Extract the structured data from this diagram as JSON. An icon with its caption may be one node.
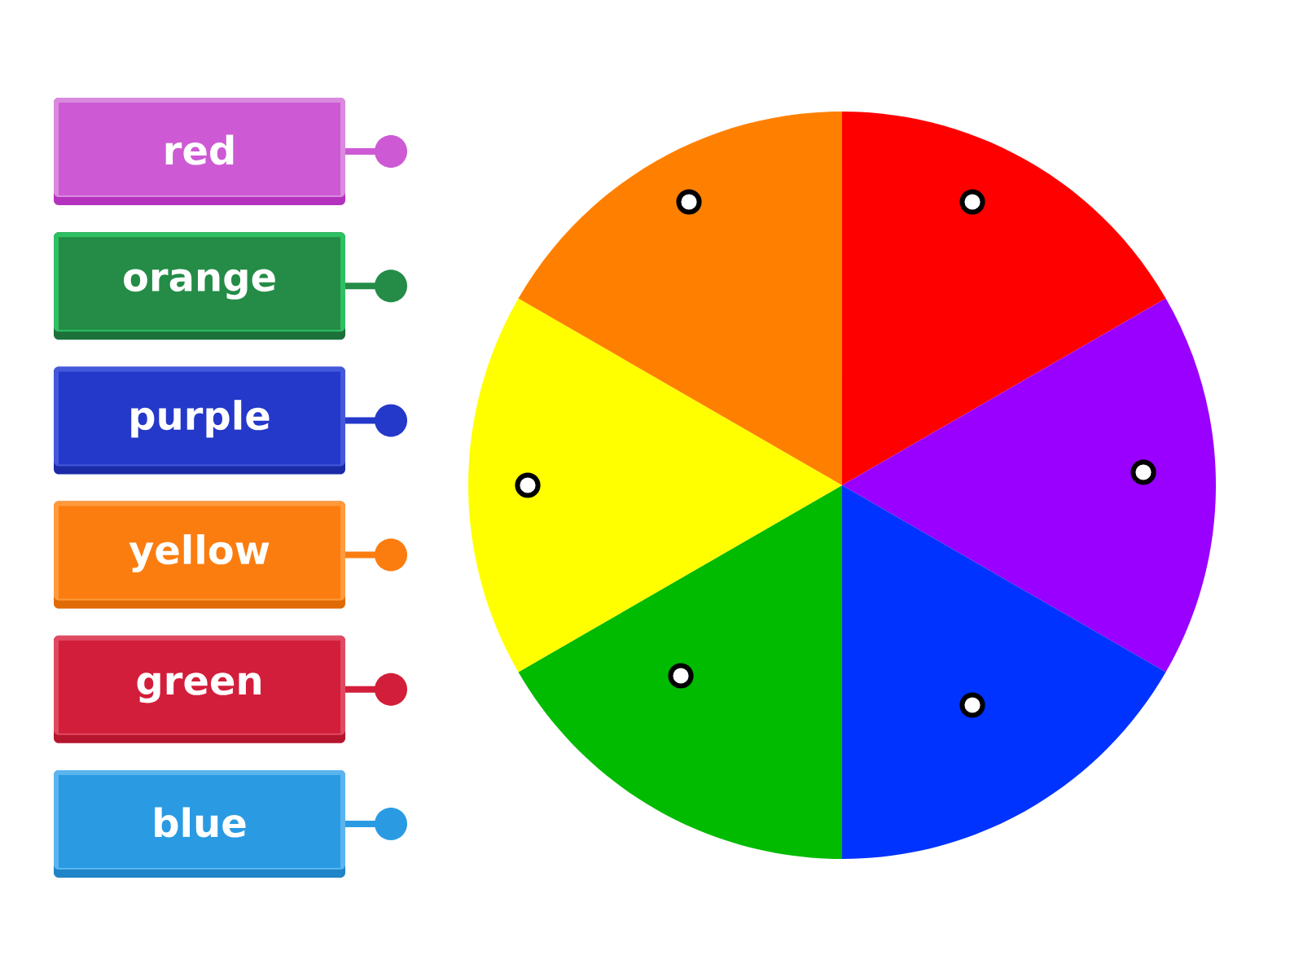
{
  "diagram": {
    "nodes": [
      {
        "text": [
          "red"
        ]
      },
      {
        "text": [
          "orange"
        ]
      },
      {
        "text": [
          "purple"
        ]
      },
      {
        "text": [
          "yellow"
        ]
      },
      {
        "text": [
          "green"
        ]
      },
      {
        "text": [
          "blue"
        ]
      }
    ]
  }
}
